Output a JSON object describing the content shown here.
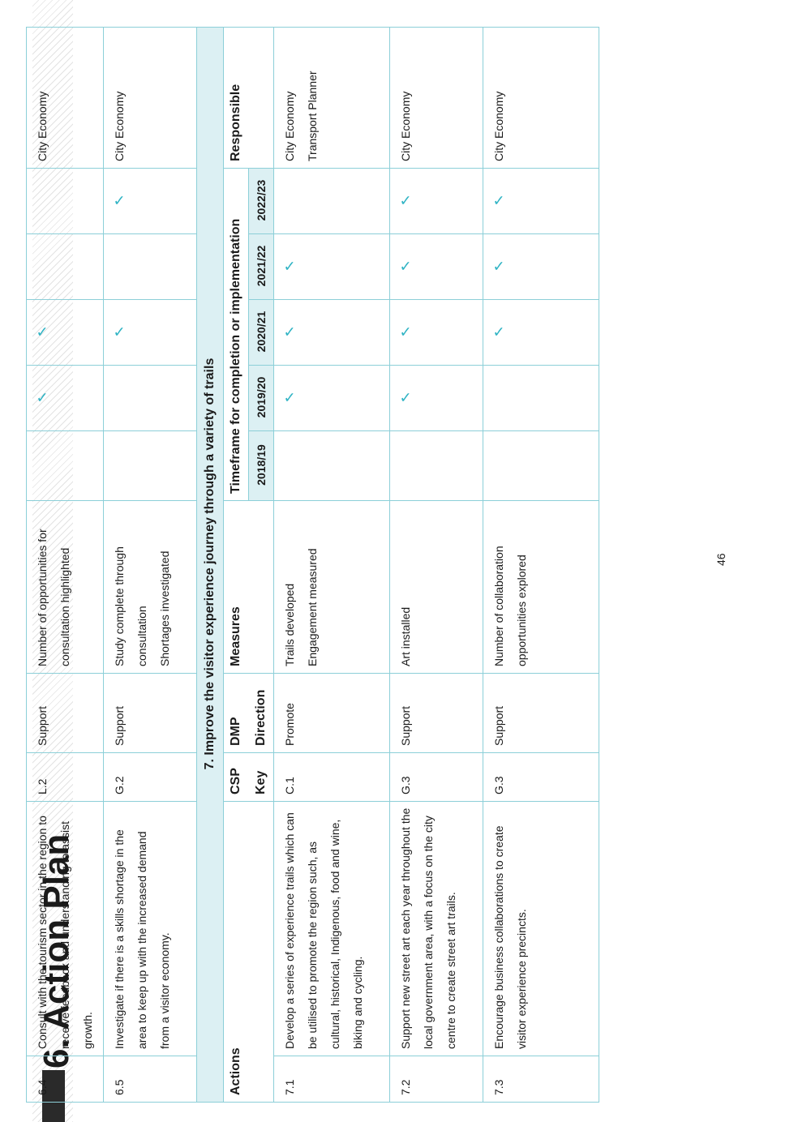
{
  "header": {
    "title": "6. Action Plan"
  },
  "table": {
    "rows_top": [
      {
        "num": "6.4",
        "action": "Consult with the tourism sector in the region to receive feedback and understanding to assist growth.",
        "csp": "L.2",
        "dmp": "Support",
        "measures": [
          "Number of opportunities for consultation highlighted"
        ],
        "ticks": [
          "",
          "✓",
          "✓",
          "",
          ""
        ],
        "responsible": [
          "City Economy"
        ]
      },
      {
        "num": "6.5",
        "action": "Investigate if there is a skills shortage in the area to keep up with the increased demand from a visitor economy.",
        "csp": "G.2",
        "dmp": "Support",
        "measures": [
          "Study complete through consultation",
          "Shortages investigated"
        ],
        "ticks": [
          "",
          "",
          "✓",
          "",
          "✓"
        ],
        "responsible": [
          "City Economy"
        ]
      }
    ],
    "section": {
      "title": "7.   Improve the visitor experience journey through a variety of trails"
    },
    "headers": {
      "actions": "Actions",
      "csp": "CSP",
      "key": "Key",
      "dmp": "DMP",
      "direction": "Direction",
      "measures": "Measures",
      "timeframe": "Timeframe for completion or implementation",
      "responsible": "Responsible",
      "years": [
        "2018/19",
        "2019/20",
        "2020/21",
        "2021/22",
        "2022/23"
      ]
    },
    "rows_bottom": [
      {
        "num": "7.1",
        "action": "Develop a series of experience trails which can be utilised to promote the region such, as cultural, historical, Indigenous, food and wine, biking and cycling.",
        "csp": "C.1",
        "dmp": "Promote",
        "measures": [
          "Trails developed",
          "Engagement measured"
        ],
        "ticks": [
          "",
          "✓",
          "✓",
          "✓",
          ""
        ],
        "responsible": [
          "City Economy",
          "Transport Planner"
        ]
      },
      {
        "num": "7.2",
        "action": "Support new street art each year throughout the local government area, with a focus on the city centre to create street art trails.",
        "csp": "G.3",
        "dmp": "Support",
        "measures": [
          "Art installed"
        ],
        "ticks": [
          "",
          "✓",
          "✓",
          "✓",
          "✓"
        ],
        "responsible": [
          "City Economy"
        ]
      },
      {
        "num": "7.3",
        "action": "Encourage business collaborations to create visitor experience precincts.",
        "csp": "G.3",
        "dmp": "Support",
        "measures": [
          "Number of collaboration opportunities explored"
        ],
        "ticks": [
          "",
          "",
          "✓",
          "✓",
          "✓"
        ],
        "responsible": [
          "City Economy"
        ]
      }
    ]
  },
  "footer": {
    "page_number": "46"
  },
  "colors": {
    "border": "#8ccfd8",
    "header_fill": "#dcf0f3",
    "tick": "#2fb3c4",
    "title_bar": "#2a2a2a"
  }
}
